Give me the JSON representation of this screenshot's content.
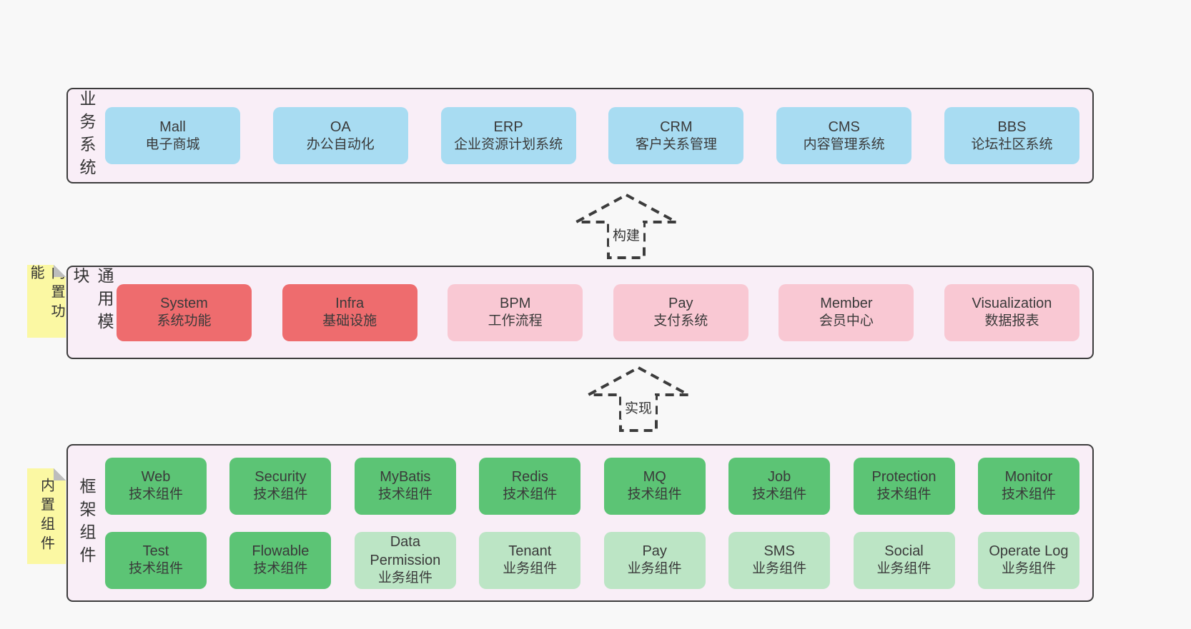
{
  "colors": {
    "background": "#f8f8f8",
    "container_fill": "#f9eef7",
    "container_border": "#3c3c3c",
    "blue": "#a8dcf2",
    "red": "#ee6c6e",
    "pink": "#f9c8d3",
    "green": "#5cc475",
    "light_green": "#bce5c5",
    "note_yellow": "#fbf8a3",
    "note_fold": "#bdbdbd",
    "text": "#3a3a3a"
  },
  "layers": [
    {
      "label": "业务系统",
      "rows": [
        [
          {
            "name": "Mall",
            "desc": "电子商城",
            "type": "blue"
          },
          {
            "name": "OA",
            "desc": "办公自动化",
            "type": "blue"
          },
          {
            "name": "ERP",
            "desc": "企业资源计划系统",
            "type": "blue"
          },
          {
            "name": "CRM",
            "desc": "客户关系管理",
            "type": "blue"
          },
          {
            "name": "CMS",
            "desc": "内容管理系统",
            "type": "blue"
          },
          {
            "name": "BBS",
            "desc": "论坛社区系统",
            "type": "blue"
          }
        ]
      ]
    },
    {
      "label": "通用模块",
      "note": "内置功能",
      "rows": [
        [
          {
            "name": "System",
            "desc": "系统功能",
            "type": "red"
          },
          {
            "name": "Infra",
            "desc": "基础设施",
            "type": "red"
          },
          {
            "name": "BPM",
            "desc": "工作流程",
            "type": "pink"
          },
          {
            "name": "Pay",
            "desc": "支付系统",
            "type": "pink"
          },
          {
            "name": "Member",
            "desc": "会员中心",
            "type": "pink"
          },
          {
            "name": "Visualization",
            "desc": "数据报表",
            "type": "pink"
          }
        ]
      ]
    },
    {
      "label": "框架组件",
      "note": "内置组件",
      "rows": [
        [
          {
            "name": "Web",
            "desc": "技术组件",
            "type": "green"
          },
          {
            "name": "Security",
            "desc": "技术组件",
            "type": "green"
          },
          {
            "name": "MyBatis",
            "desc": "技术组件",
            "type": "green"
          },
          {
            "name": "Redis",
            "desc": "技术组件",
            "type": "green"
          },
          {
            "name": "MQ",
            "desc": "技术组件",
            "type": "green"
          },
          {
            "name": "Job",
            "desc": "技术组件",
            "type": "green"
          },
          {
            "name": "Protection",
            "desc": "技术组件",
            "type": "green"
          },
          {
            "name": "Monitor",
            "desc": "技术组件",
            "type": "green"
          }
        ],
        [
          {
            "name": "Test",
            "desc": "技术组件",
            "type": "green"
          },
          {
            "name": "Flowable",
            "desc": "技术组件",
            "type": "green"
          },
          {
            "name": "Data Permission",
            "desc": "业务组件",
            "type": "light_green"
          },
          {
            "name": "Tenant",
            "desc": "业务组件",
            "type": "light_green"
          },
          {
            "name": "Pay",
            "desc": "业务组件",
            "type": "light_green"
          },
          {
            "name": "SMS",
            "desc": "业务组件",
            "type": "light_green"
          },
          {
            "name": "Social",
            "desc": "业务组件",
            "type": "light_green"
          },
          {
            "name": "Operate Log",
            "desc": "业务组件",
            "type": "light_green"
          }
        ]
      ]
    }
  ],
  "arrows": [
    {
      "label": "构建"
    },
    {
      "label": "实现"
    }
  ]
}
